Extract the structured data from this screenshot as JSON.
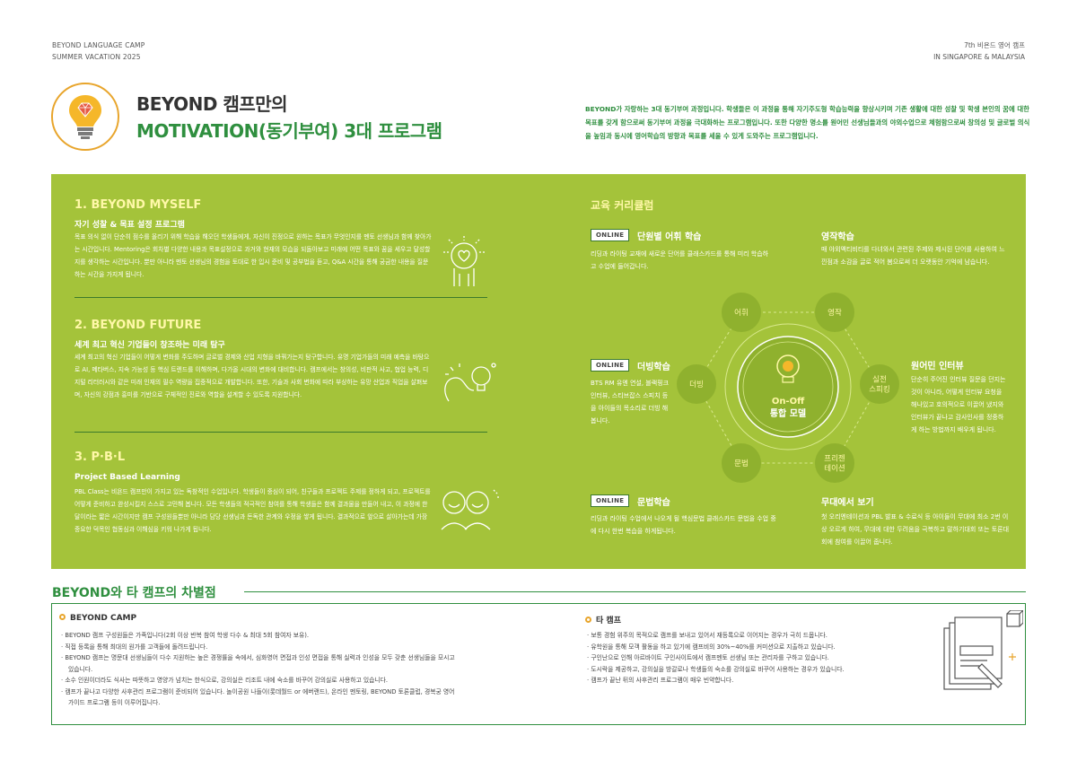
{
  "header": {
    "left_line1": "BEYOND LANGUAGE CAMP",
    "left_line2": "SUMMER VACATION 2025",
    "right_line1": "7th 비욘드 영어 캠프",
    "right_line2": "IN SINGAPORE & MALAYSIA"
  },
  "title": {
    "line1": "BEYOND 캠프만의",
    "line2": "MOTIVATION(동기부여) 3대 프로그램"
  },
  "intro": "BEYOND가 자랑하는 3대 동기부여 과정입니다. 학생들은 이 과정을 통해 자기주도형 학습능력을 향상시키며 기존 생활에 대한 성찰 및 학생 본인의 꿈에 대한 목표를 갖게 함으로써 동기부여 과정을 극대화하는 프로그램입니다. 또한 다양한 명소를 원어민 선생님들과의 야외수업으로 체험함으로써 창의성 및 글로벌 의식을 높임과 동시에 영어학습의 방향과 목표를 세울 수 있게 도와주는 프로그램입니다.",
  "sections": [
    {
      "title": "1. BEYOND MYSELF",
      "subtitle": "자기 성찰 & 목표 설정 프로그램",
      "body": "목표 의식 없이 단순히 점수를 올리기 위해 학습을 해오던 학생들에게, 자신이 진정으로 원하는 목표가 무엇인지를 멘토 선생님과 함께 찾아가는 시간입니다. Mentoring은 회차별 다양한 내용과 목표설정으로 과거와 현재의 모습을 되돌아보고 미래에 어떤 목표와 꿈을 세우고 달성할지를 생각하는 시간입니다. 뿐만 아니라 멘토 선생님의 경험을 토대로 한 입시 준비 및 공부법을 듣고, Q&A 시간을 통해 궁금한 내용을 질문하는 시간을 가지게 됩니다."
    },
    {
      "title": "2. BEYOND FUTURE",
      "subtitle": "세계 최고 혁신 기업들이 창조하는 미래 탐구",
      "body": "세계 최고의 혁신 기업들이 어떻게 변화를 주도하며 글로벌 경제와 산업 지형을 바꿔가는지 탐구합니다. 유명 기업가들의 미래 예측을 바탕으로 AI, 메타버스, 지속 가능성 등 핵심 트렌드를 이해하며, 다가올 시대의 변화에 대비합니다. 캠프에서는 창의성, 비판적 사고, 협업 능력, 디지털 리터러시와 같은 미래 인재의 필수 역량을 집중적으로 개발합니다. 또한, 기술과 사회 변화에 따라 부상하는 유망 산업과 직업을 살펴보며, 자신의 강점과 흥미를 기반으로 구체적인 진로와 역할을 설계할 수 있도록 지원합니다."
    },
    {
      "title": "3. P·B·L",
      "subtitle": "Project Based Learning",
      "body": "PBL Class는 비욘드 캠프만이 가지고 있는 독창적인 수업입니다. 학생들이 중심이 되어, 친구들과 프로젝트 주제를 정하게 되고, 프로젝트를 어떻게 준비하고 완성시킬지 스스로 고민해 봅니다. 모든 학생들의 적극적인 참여를 통해 학생들은 함께 결과물을 만들어 내고, 이 과정에 한 달이라는 짧은 시간이지만 캠프 구성원들뿐만 아니라 담당 선생님과 돈독한 관계와 우정을 쌓게 됩니다. 결과적으로 앞으로 살아가는데 가장 중요한 덕목인 협동심과 이해심을 키워 나가게 됩니다."
    }
  ],
  "curriculum": {
    "title": "교육 커리큘럼",
    "badge": "ONLINE",
    "items": {
      "vocab": {
        "title": "단원별 어휘 학습",
        "body": "리딩과 라이팅 교재에 새로운 단어를 클래스카드를 통해 미리 학습하고 수업에 들어갑니다."
      },
      "writing": {
        "title": "영작학습",
        "body": "매 야외액티비티를 다녀와서 관련된 주제와 제시된 단어를 사용하여 느낀점과 소감을 글로 적어 봄으로써 더 오랫동안 기억에 남습니다."
      },
      "dubbing": {
        "title": "더빙학습",
        "body": "BTS RM 유엔 연설, 블랙핑크 인터뷰, 스티브잡스 스피치 등을 아이들의 목소리로 더빙 해봅니다."
      },
      "interview": {
        "title": "원어민 인터뷰",
        "body": "단순히 주어진 인터뷰 질문을 던지는 것이 아니라, 어떻게 인터뷰 요청을 해나있고 호의적으로 이끌어 냈지와 인터뷰가 끝나고 감사인사를 정중하게 하는 방법까지 배우게 됩니다."
      },
      "grammar": {
        "title": "문법학습",
        "body": "리딩과 라이팅 수업에서 나오게 될 핵심문법 클래스카드 문법을 수업 중에 다시 한번 복습을 하게됩니다."
      },
      "stage": {
        "title": "무대에서 보기",
        "body": "첫 오리엔테이션과 PBL 발표 & 수료식 등 아이들이 무대에 최소 2번 이상 오르게 하여, 무대에 대한 두려움을 극복하고 말하기대회 또는 토론대회에 참여를 이끌어 줍니다."
      }
    },
    "diagram": {
      "nodes": [
        "어휘",
        "영작",
        "더빙",
        "실전\n스피킹",
        "문법",
        "프리젠\n테이션"
      ],
      "center_line1": "On-Off",
      "center_line2": "통합 모델"
    }
  },
  "comparison": {
    "title": "BEYOND와 타 캠프의 차별점",
    "beyond": {
      "head": "BEYOND CAMP",
      "items": [
        "BEYOND 캠프 구성원들은 가족입니다(2회 이상 반복 참여 학생 다수 & 최대 5회 참여자 보유).",
        "직접 등록을 통해 최대의 원가를 고객들에 돌려드립니다.",
        "BEYOND 캠프는 명문대 선생님들이 다수 지원하는 높은 경쟁률을 속에서, 심화영어 면접과 인성 면접을 통해 실력과 인성을 모두 갖춘 선생님들을 모시고 있습니다.",
        "소수 인원이더라도 식사는 따뜻하고 영양가 넘치는 한식으로, 강의실은 리조트 내에 숙소를 바꾸어 강의실로 사용하고 있습니다.",
        "캠프가 끝나고 다양한 사후관리 프로그램이 준비되어 있습니다. 놀이공원 나들이(롯데월드 or 에버랜드), 온라인 멘토링, BEYOND 토론클럽, 경복궁 영어 가이드 프로그램 등이 이루어집니다."
      ]
    },
    "others": {
      "head": "타 캠프",
      "items": [
        "보통 경험 위주의 목적으로 캠프를 보내고 있어서 재등록으로 이어지는 경우가 극히 드뭅니다.",
        "유학원을 통해 모객 활동을 하고 있기에 캠프비의 30%~40%를 커미션으로 지출하고 있습니다.",
        "구인난으로 인해 아르바이트 구인사이트에서 캠프멘토 선생님 또는 관리자를 구하고 있습니다.",
        "도시락을 제공하고, 강의실을 방갈로나 학생들의 숙소를 강의실로 바꾸어 사용하는 경우가 있습니다.",
        "캠프가 끝난 뒤의 사후관리 프로그램이 매우 빈약합니다."
      ]
    }
  },
  "colors": {
    "green_panel": "#a4c33a",
    "dark_green": "#2f8f3f",
    "accent_yellow": "#fff8a8",
    "bulb_orange": "#e8a52c"
  }
}
